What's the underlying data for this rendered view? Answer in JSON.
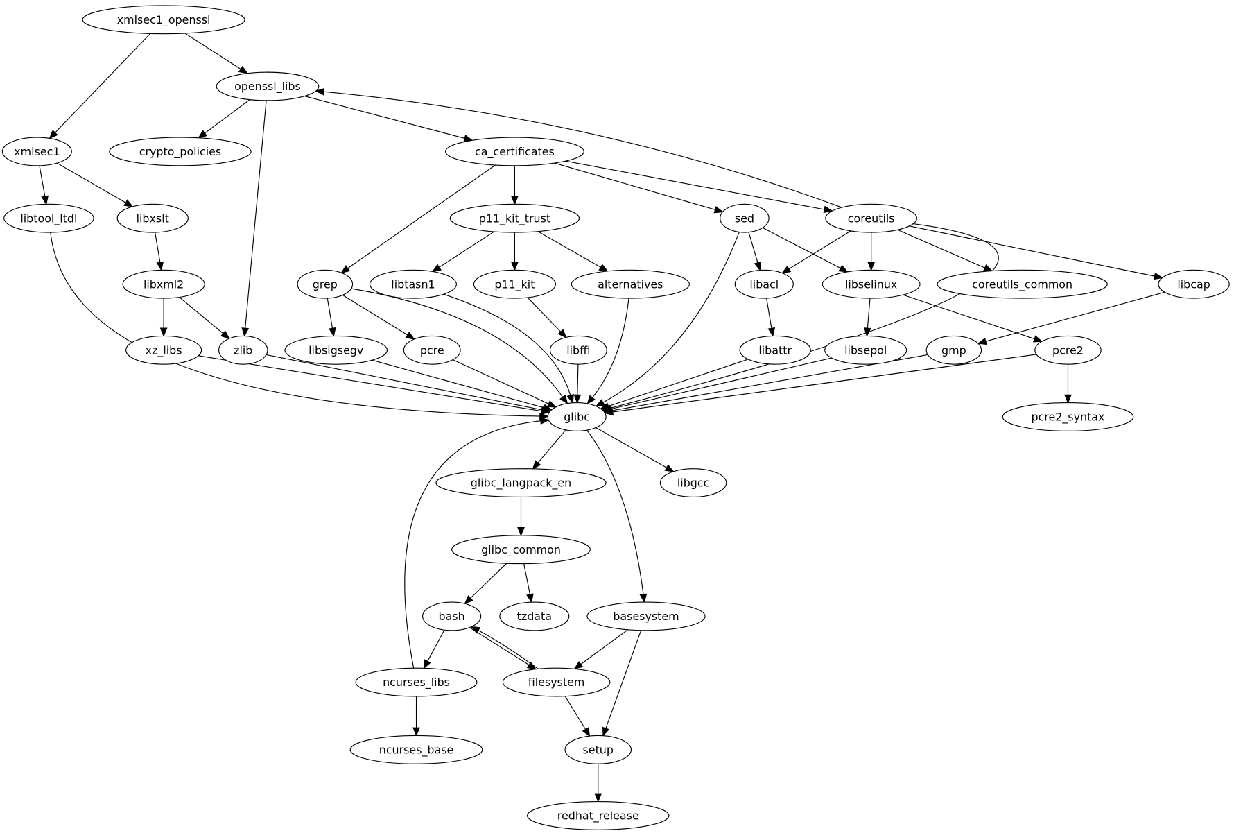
{
  "graph": {
    "nodes": [
      "xmlsec1_openssl",
      "openssl_libs",
      "xmlsec1",
      "crypto_policies",
      "ca_certificates",
      "libtool_ltdl",
      "libxslt",
      "p11_kit_trust",
      "sed",
      "coreutils",
      "grep",
      "libtasn1",
      "p11_kit",
      "alternatives",
      "libacl",
      "libselinux",
      "coreutils_common",
      "libcap",
      "libxml2",
      "xz_libs",
      "zlib",
      "libsigsegv",
      "pcre",
      "libffi",
      "libattr",
      "libsepol",
      "gmp",
      "pcre2",
      "glibc",
      "pcre2_syntax",
      "glibc_langpack_en",
      "libgcc",
      "glibc_common",
      "bash",
      "tzdata",
      "basesystem",
      "ncurses_libs",
      "filesystem",
      "ncurses_base",
      "setup",
      "redhat_release"
    ],
    "edges": [
      [
        "xmlsec1_openssl",
        "openssl_libs"
      ],
      [
        "xmlsec1_openssl",
        "xmlsec1"
      ],
      [
        "openssl_libs",
        "crypto_policies"
      ],
      [
        "openssl_libs",
        "zlib"
      ],
      [
        "openssl_libs",
        "ca_certificates"
      ],
      [
        "xmlsec1",
        "libtool_ltdl"
      ],
      [
        "xmlsec1",
        "libxslt"
      ],
      [
        "libxslt",
        "libxml2"
      ],
      [
        "libxml2",
        "xz_libs"
      ],
      [
        "libxml2",
        "zlib"
      ],
      [
        "ca_certificates",
        "grep"
      ],
      [
        "ca_certificates",
        "p11_kit_trust"
      ],
      [
        "ca_certificates",
        "sed"
      ],
      [
        "ca_certificates",
        "coreutils"
      ],
      [
        "coreutils",
        "openssl_libs"
      ],
      [
        "p11_kit_trust",
        "libtasn1"
      ],
      [
        "p11_kit_trust",
        "p11_kit"
      ],
      [
        "p11_kit_trust",
        "alternatives"
      ],
      [
        "p11_kit",
        "libffi"
      ],
      [
        "sed",
        "glibc"
      ],
      [
        "sed",
        "libacl"
      ],
      [
        "sed",
        "libselinux"
      ],
      [
        "coreutils",
        "libacl"
      ],
      [
        "coreutils",
        "libselinux"
      ],
      [
        "coreutils",
        "coreutils_common"
      ],
      [
        "coreutils",
        "libcap"
      ],
      [
        "coreutils",
        "glibc"
      ],
      [
        "libcap",
        "gmp"
      ],
      [
        "grep",
        "libsigsegv"
      ],
      [
        "grep",
        "pcre"
      ],
      [
        "grep",
        "glibc"
      ],
      [
        "libtasn1",
        "glibc"
      ],
      [
        "libffi",
        "glibc"
      ],
      [
        "alternatives",
        "glibc"
      ],
      [
        "libacl",
        "libattr"
      ],
      [
        "libattr",
        "glibc"
      ],
      [
        "libselinux",
        "libsepol"
      ],
      [
        "libselinux",
        "pcre2"
      ],
      [
        "libsepol",
        "glibc"
      ],
      [
        "gmp",
        "glibc"
      ],
      [
        "pcre2",
        "glibc"
      ],
      [
        "pcre2",
        "pcre2_syntax"
      ],
      [
        "libtool_ltdl",
        "glibc"
      ],
      [
        "xz_libs",
        "glibc"
      ],
      [
        "zlib",
        "glibc"
      ],
      [
        "libsigsegv",
        "glibc"
      ],
      [
        "pcre",
        "glibc"
      ],
      [
        "glibc",
        "glibc_langpack_en"
      ],
      [
        "glibc",
        "libgcc"
      ],
      [
        "glibc",
        "basesystem"
      ],
      [
        "glibc_langpack_en",
        "glibc_common"
      ],
      [
        "glibc_common",
        "bash"
      ],
      [
        "glibc_common",
        "tzdata"
      ],
      [
        "bash",
        "ncurses_libs"
      ],
      [
        "bash",
        "filesystem"
      ],
      [
        "filesystem",
        "bash"
      ],
      [
        "ncurses_libs",
        "glibc"
      ],
      [
        "ncurses_libs",
        "ncurses_base"
      ],
      [
        "basesystem",
        "filesystem"
      ],
      [
        "basesystem",
        "setup"
      ],
      [
        "filesystem",
        "setup"
      ],
      [
        "setup",
        "redhat_release"
      ]
    ]
  }
}
